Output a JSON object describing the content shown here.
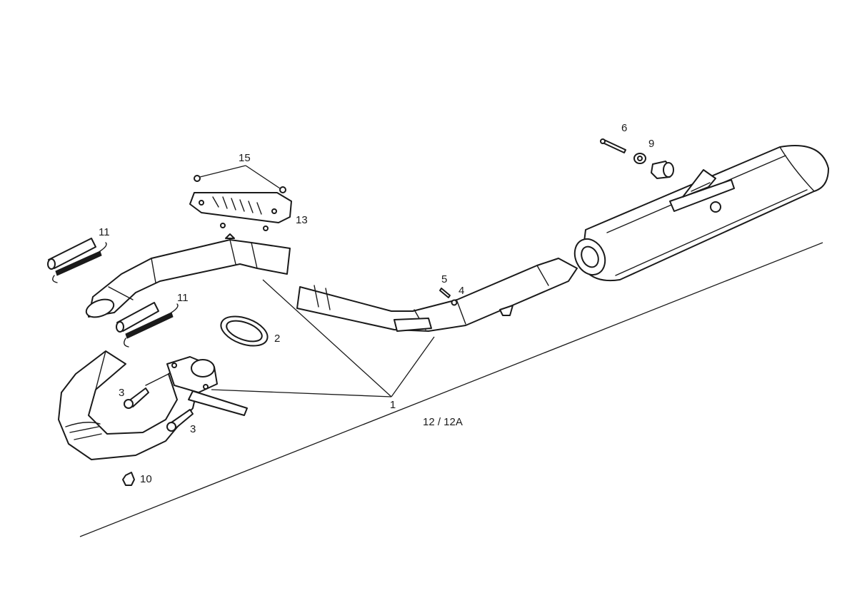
{
  "diagram": {
    "caption": "12 / 12A",
    "callouts": {
      "c1": "1",
      "c2": "2",
      "c3a": "3",
      "c3b": "3",
      "c4": "4",
      "c5": "5",
      "c6": "6",
      "c9": "9",
      "c10": "10",
      "c11a": "11",
      "c11b": "11",
      "c13": "13",
      "c15": "15"
    }
  }
}
